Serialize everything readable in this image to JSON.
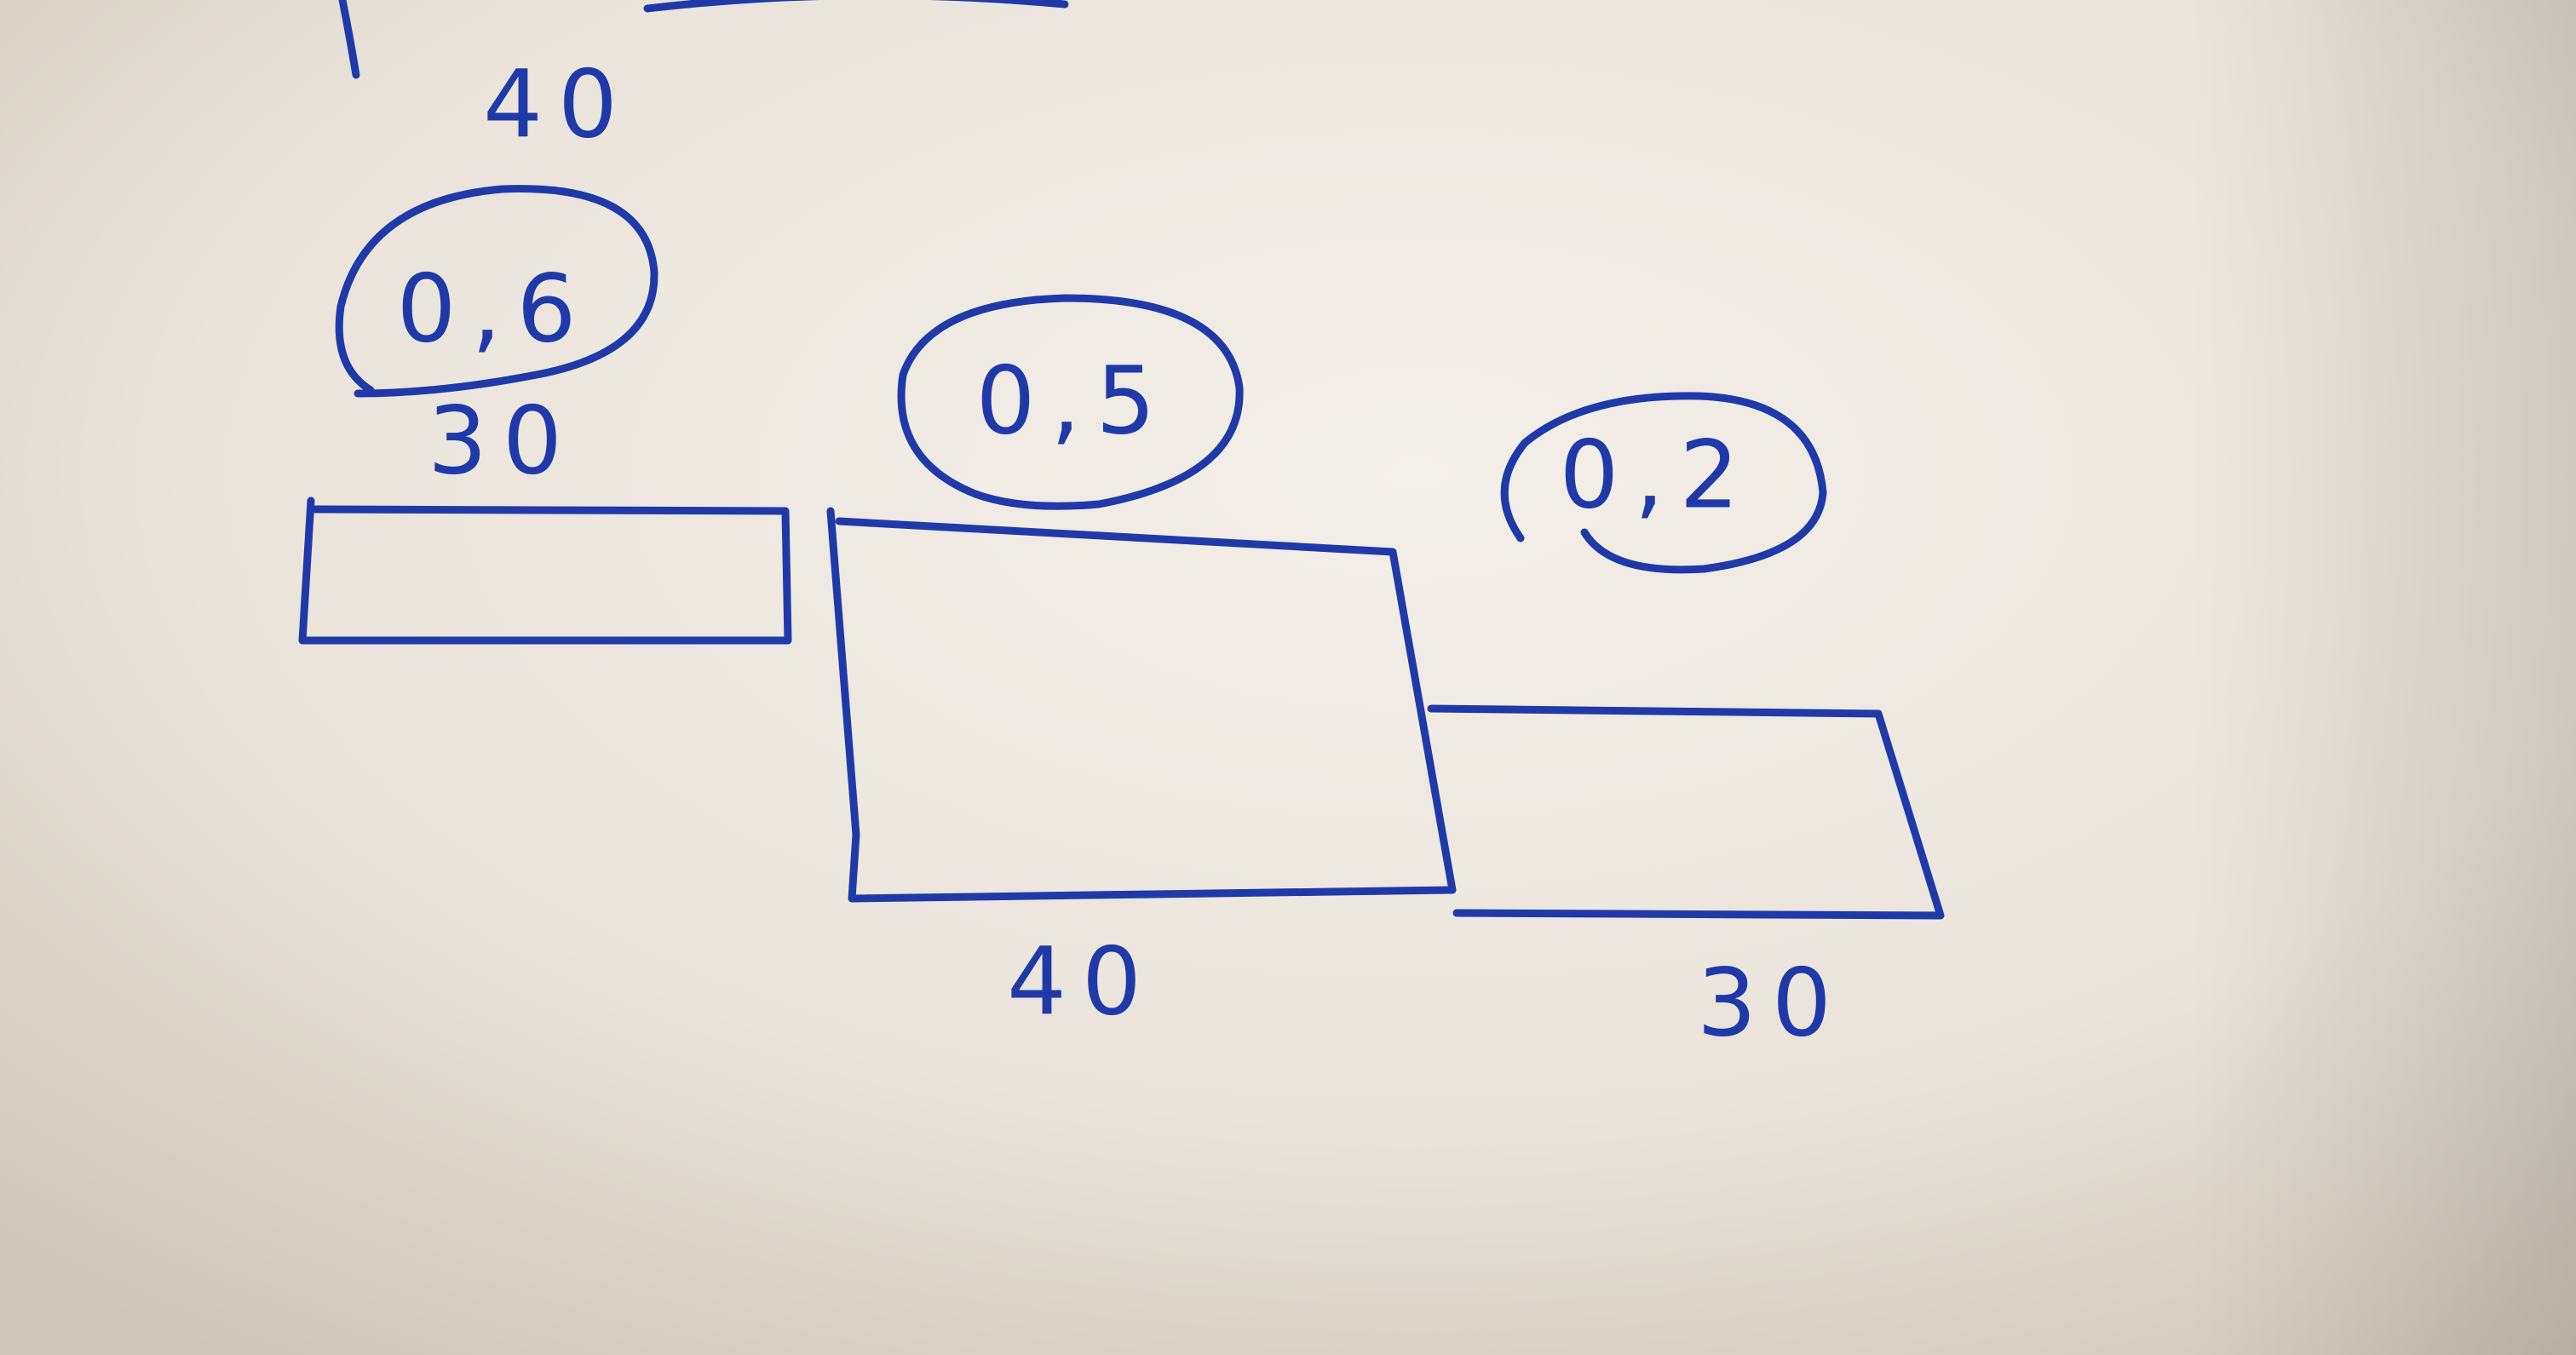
{
  "colors": {
    "ink": "#1f3aa8",
    "paper_light": "#f1ede6",
    "paper_dark": "#d4cbbf"
  },
  "labels": {
    "top_label": "40",
    "box1": {
      "probability": "0,6",
      "width_label": "30"
    },
    "box2": {
      "probability": "0,5",
      "width_label": "40"
    },
    "box3": {
      "probability": "0,2",
      "width_label": "30"
    }
  }
}
